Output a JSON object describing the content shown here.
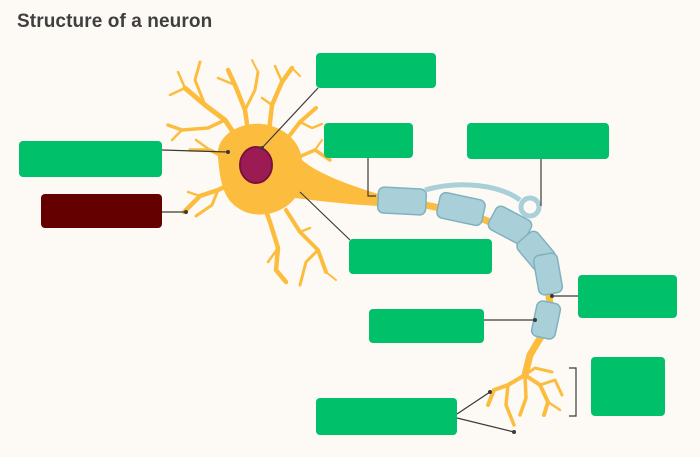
{
  "page": {
    "title": "Structure of a neuron"
  },
  "colors": {
    "background": "#fdfaf5",
    "label_box": "#00c16a",
    "selected_box": "#650000",
    "neuron_body": "#fcbd3f",
    "nucleus": "#9c1b52",
    "myelin": "#a9cfd8",
    "leader_line": "#3a3a3a"
  },
  "labels": [
    {
      "id": "box-nucleus",
      "text": "",
      "selected": false
    },
    {
      "id": "box-dendrites",
      "text": "",
      "selected": false
    },
    {
      "id": "box-axon-hillock",
      "text": "",
      "selected": true
    },
    {
      "id": "box-axon",
      "text": "",
      "selected": false
    },
    {
      "id": "box-schwann-cell",
      "text": "",
      "selected": false
    },
    {
      "id": "box-cell-body",
      "text": "",
      "selected": false
    },
    {
      "id": "box-node-of-ranvier",
      "text": "",
      "selected": false
    },
    {
      "id": "box-myelin-sheath",
      "text": "",
      "selected": false
    },
    {
      "id": "box-axon-terminals",
      "text": "",
      "selected": false
    },
    {
      "id": "box-synaptic-terminals",
      "text": "",
      "selected": false
    }
  ]
}
